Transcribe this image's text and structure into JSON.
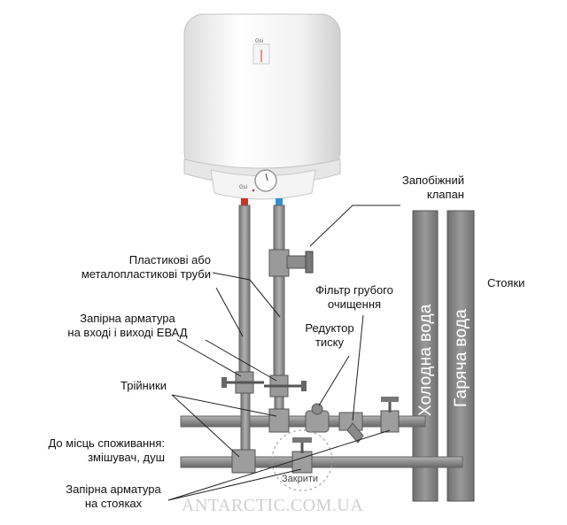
{
  "heater": {
    "brand_mark": "Gsi"
  },
  "labels": {
    "safety_valve_1": "Запобіжний",
    "safety_valve_2": "клапан",
    "risers": "Стояки",
    "plastic_pipes_1": "Пластикові або",
    "plastic_pipes_2": "металопластикові труби",
    "coarse_filter_1": "Фільтр грубого",
    "coarse_filter_2": "очищення",
    "reducer_1": "Редуктор",
    "reducer_2": "тиску",
    "shutoff_inout_1": "Запірна арматура",
    "shutoff_inout_2": "на вході і виході ЕВАД",
    "tees": "Трійники",
    "consumers_1": "До місць споживання:",
    "consumers_2": "змішувач, душ",
    "closed": "Закрити",
    "shutoff_risers_1": "Запірна арматура",
    "shutoff_risers_2": "на стояках",
    "cold_water": "Холодна вода",
    "hot_water": "Гаряча вода"
  },
  "watermark": "ANTARCTIC.COM.UA",
  "colors": {
    "hot_marker": "#c8322a",
    "cold_marker": "#2f8fd0",
    "pipe": "#8a8a8a",
    "pipe_dark": "#6e6e6e"
  }
}
